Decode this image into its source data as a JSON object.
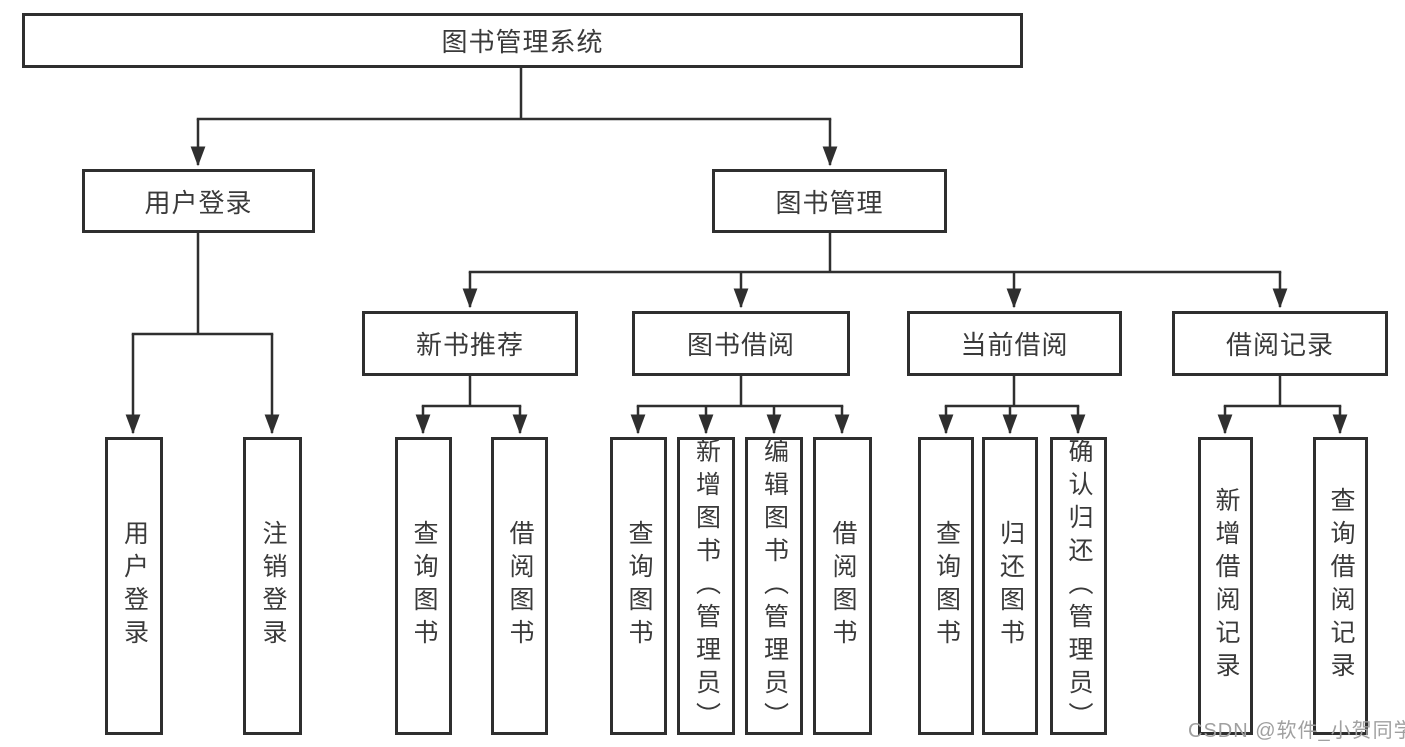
{
  "colors": {
    "line": "#2f2f2f",
    "box_border": "#2f2f2f",
    "text": "#3a3a3a",
    "background": "#ffffff",
    "watermark": "#a0a0a0"
  },
  "tree": {
    "root": {
      "label": "图书管理系统"
    },
    "branches": [
      {
        "label": "用户登录",
        "children": [
          {
            "label": "用户登录"
          },
          {
            "label": "注销登录"
          }
        ]
      },
      {
        "label": "图书管理",
        "children": [
          {
            "label": "新书推荐",
            "children": [
              {
                "label": "查询图书"
              },
              {
                "label": "借阅图书"
              }
            ]
          },
          {
            "label": "图书借阅",
            "children": [
              {
                "label": "查询图书"
              },
              {
                "label": "新增图书（管理员）"
              },
              {
                "label": "编辑图书（管理员）"
              },
              {
                "label": "借阅图书"
              }
            ]
          },
          {
            "label": "当前借阅",
            "children": [
              {
                "label": "查询图书"
              },
              {
                "label": "归还图书"
              },
              {
                "label": "确认归还（管理员）"
              }
            ]
          },
          {
            "label": "借阅记录",
            "children": [
              {
                "label": "新增借阅记录"
              },
              {
                "label": "查询借阅记录"
              }
            ]
          }
        ]
      }
    ]
  },
  "watermark": {
    "text": "CSDN @软件_小贺同学"
  }
}
